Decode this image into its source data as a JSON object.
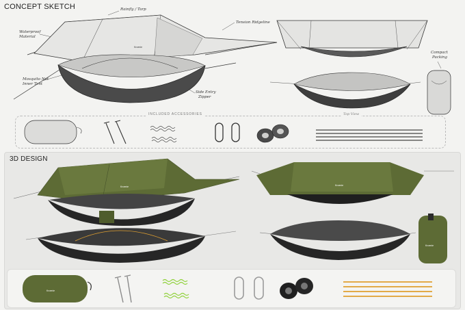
{
  "sections": {
    "concept_title": "CONCEPT SKETCH",
    "design_title": "3D DESIGN"
  },
  "annotations": {
    "rainfly": "Rainfly / Tarp",
    "tension": "Tension Ridgeline",
    "waterproof_1": "Waterproof",
    "waterproof_2": "Material",
    "mosquito_1": "Mosquito Net",
    "mosquito_2": "Inner Tent",
    "side_entry_1": "Side Entry",
    "side_entry_2": "Zipper",
    "compact_1": "Compact",
    "compact_2": "Packing",
    "accessories": "INCLUDED ACCESSORIES",
    "top_view": "Top View"
  },
  "brand": "Kroenie",
  "colors": {
    "olive": "#5d6b35",
    "olive_dark": "#46522a",
    "net": "#2b2b2b",
    "orange": "#e0a030",
    "lime": "#8fd13a",
    "sketch_fill": "#e4e4e2",
    "sketch_line": "#333333"
  }
}
